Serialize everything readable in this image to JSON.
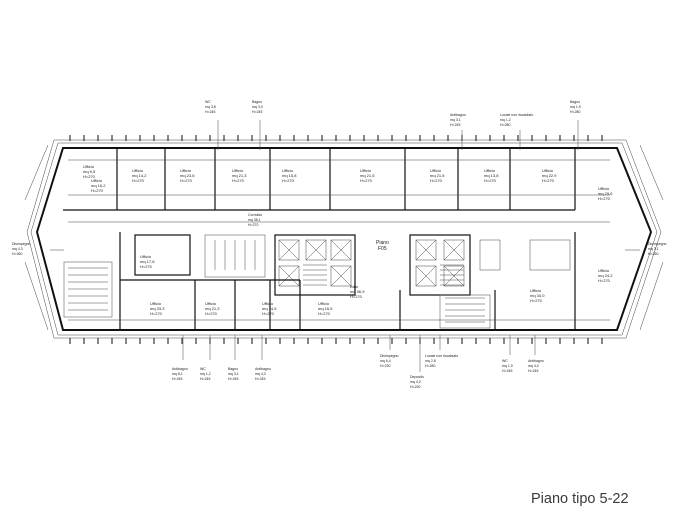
{
  "caption": "Piano tipo 5-22",
  "colors": {
    "line": "#111111",
    "caption": "#3a3a3a",
    "background": "#ffffff"
  },
  "stair_center_label": "Piano",
  "stair_center_sub": "F05",
  "rooms": [
    {
      "name": "Ufficio",
      "area": "mq 9,5",
      "h": "H=270"
    },
    {
      "name": "Ufficio",
      "area": "mq 16,2",
      "h": "H=270"
    },
    {
      "name": "Ufficio",
      "area": "mq 14,2",
      "h": "H=270"
    },
    {
      "name": "Ufficio",
      "area": "mq 23,6",
      "h": "H=270"
    },
    {
      "name": "Ufficio",
      "area": "mq 21,3",
      "h": "H=270"
    },
    {
      "name": "Ufficio",
      "area": "mq 15,8",
      "h": "H=270"
    },
    {
      "name": "Ufficio",
      "area": "mq 21,5",
      "h": "H=270"
    },
    {
      "name": "Ufficio",
      "area": "mq 21,5",
      "h": "H=270"
    },
    {
      "name": "Ufficio",
      "area": "mq 13,8",
      "h": "H=270"
    },
    {
      "name": "Ufficio",
      "area": "mq 22,9",
      "h": "H=270"
    },
    {
      "name": "Ufficio",
      "area": "mq 29,6",
      "h": "H=270"
    },
    {
      "name": "Ufficio",
      "area": "mq 17,8",
      "h": "H=270"
    },
    {
      "name": "Ufficio",
      "area": "mq 33,3",
      "h": "H=270"
    },
    {
      "name": "Ufficio",
      "area": "mq 21,3",
      "h": "H=270"
    },
    {
      "name": "Ufficio",
      "area": "mq 14,5",
      "h": "H=270"
    },
    {
      "name": "Ufficio",
      "area": "mq 16,5",
      "h": "H=270"
    },
    {
      "name": "Atrio",
      "area": "mq 36,9",
      "h": "H=270"
    },
    {
      "name": "Ufficio",
      "area": "mq 34,0",
      "h": "H=270"
    },
    {
      "name": "Ufficio",
      "area": "mq 24,2",
      "h": "H=270"
    }
  ],
  "callouts": [
    {
      "name": "WC",
      "area": "mq 3,8",
      "h": "H=245"
    },
    {
      "name": "Bagno",
      "area": "mq 3,0",
      "h": "H=245"
    },
    {
      "name": "Antibagno",
      "area": "mq 3,1",
      "h": "H=245"
    },
    {
      "name": "Locale non riscaldato",
      "area": "mq 1,2",
      "h": "H=280"
    },
    {
      "name": "Bagno",
      "area": "mq 1,9",
      "h": "H=280"
    },
    {
      "name": "Disimpegno",
      "area": "mq 4,3",
      "h": "H=260"
    },
    {
      "name": "Disimpegno",
      "area": "mq 3,1",
      "h": "H=260"
    },
    {
      "name": "Antibagno",
      "area": "mq 8,1",
      "h": "H=245"
    },
    {
      "name": "WC",
      "area": "mq 1,2",
      "h": "H=245"
    },
    {
      "name": "Bagno",
      "area": "mq 3,1",
      "h": "H=245"
    },
    {
      "name": "Antibagno",
      "area": "mq 4,3",
      "h": "H=245"
    },
    {
      "name": "Disimpegno",
      "area": "mq 6,4",
      "h": "H=230"
    },
    {
      "name": "Locale non riscaldato",
      "area": "mq 2,8",
      "h": "H=280"
    },
    {
      "name": "Deposito",
      "area": "mq 4,2",
      "h": "H=230"
    },
    {
      "name": "WC",
      "area": "mq 1,9",
      "h": "H=245"
    },
    {
      "name": "Antibagno",
      "area": "mq 4,0",
      "h": "H=245"
    },
    {
      "name": "Corridoio",
      "area": "mq 38,1",
      "h": "H=270"
    }
  ]
}
